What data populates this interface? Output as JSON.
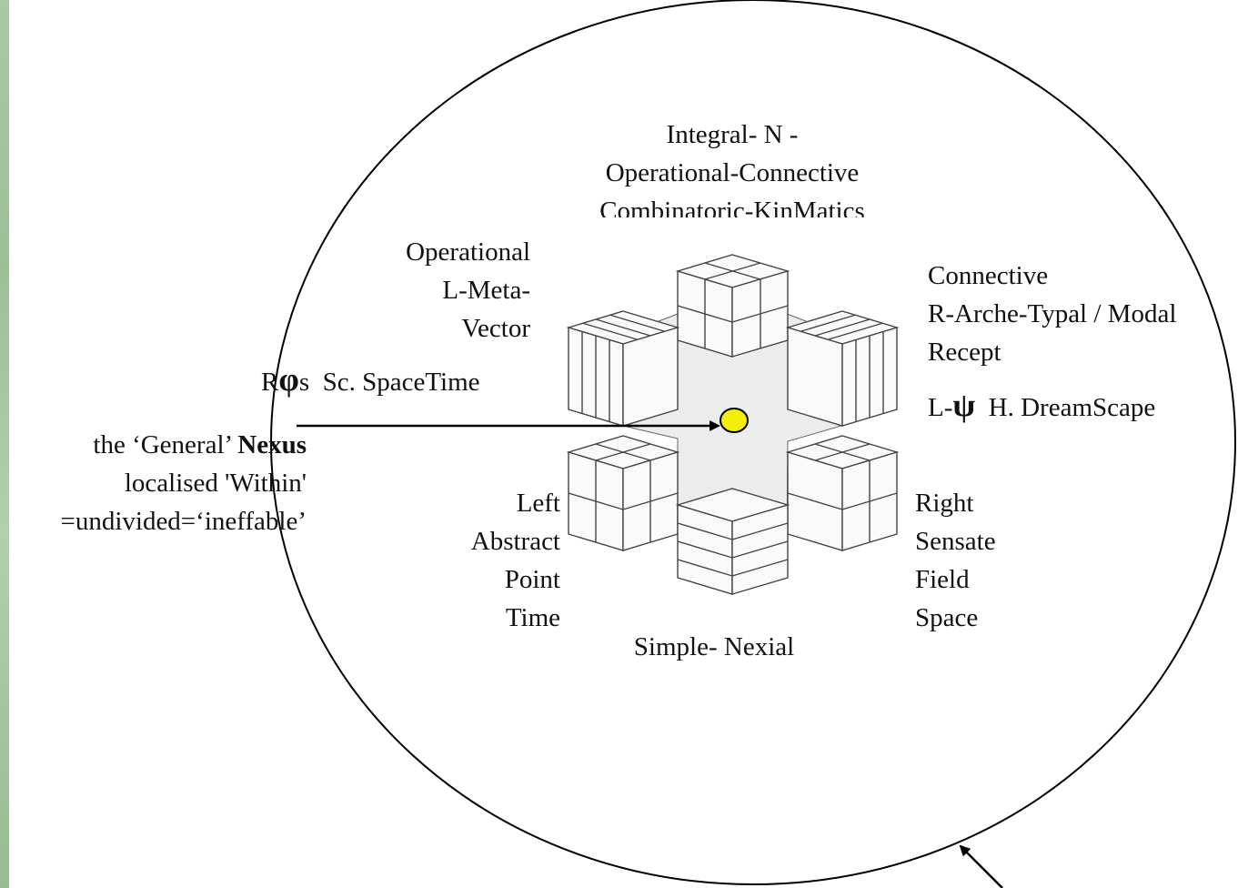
{
  "labels": {
    "top": [
      "Integral- N -",
      "Operational-Connective",
      "Combinatoric-KinMatics"
    ],
    "upper_left": [
      "Operational",
      "L-Meta-",
      "Vector"
    ],
    "upper_left_sym": {
      "pre": "R",
      "sym": "φ",
      "post": "s  Sc. SpaceTime"
    },
    "upper_right": [
      "Connective",
      "R-Arche-Typal / Modal",
      "Recept"
    ],
    "upper_right_sym": {
      "pre": "L-",
      "sym": "ψ",
      "post": "  H. DreamScape"
    },
    "lower_left": [
      "Left",
      "Abstract",
      "Point",
      "Time"
    ],
    "lower_right": [
      "Right",
      "Sensate",
      "Field",
      "Space"
    ],
    "bottom": "Simple- Nexial",
    "nexus": {
      "pre": "the ‘General’ ",
      "bold": "Nexus",
      "line2": "localised 'Within'",
      "line3": "=undivided=‘ineffable’"
    }
  },
  "colors": {
    "center_dot": "#f5ee0a",
    "hexagon_fill": "#eeeeee",
    "edge_strip": "#a9c9a4"
  }
}
